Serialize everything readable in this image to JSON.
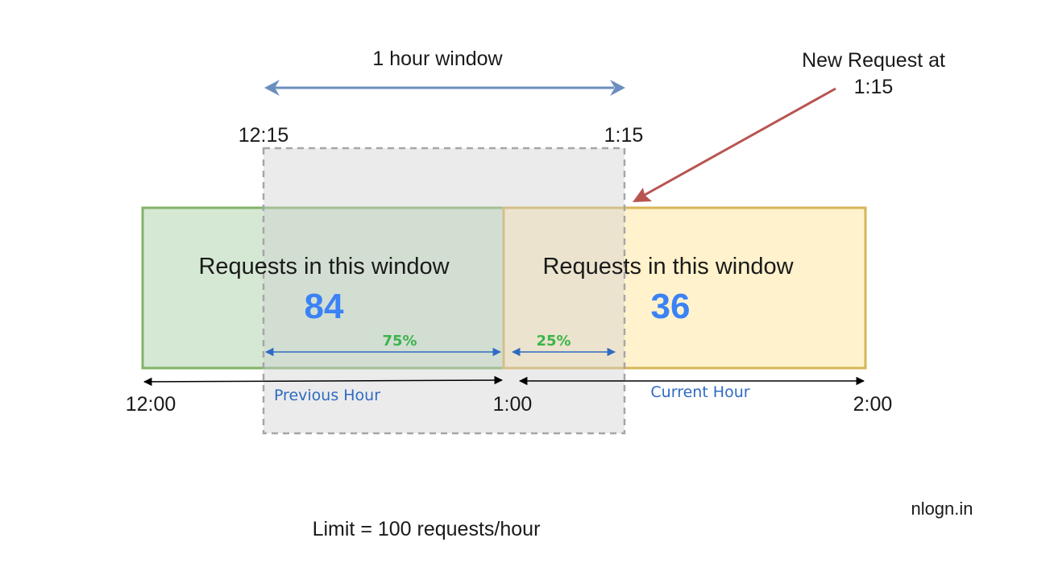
{
  "window_label": "1 hour window",
  "new_request_line1": "New Request at",
  "new_request_line2": "1:15",
  "window_start_label": "12:15",
  "window_end_label": "1:15",
  "previous_box": {
    "caption": "Requests in this window",
    "count": "84"
  },
  "current_box": {
    "caption": "Requests in this window",
    "count": "36"
  },
  "previous_overlap_percent": "75%",
  "current_overlap_percent": "25%",
  "time_start": "12:00",
  "time_mid": "1:00",
  "time_end": "2:00",
  "previous_hour_label": "Previous Hour",
  "current_hour_label": "Current Hour",
  "limit_text": "Limit = 100 requests/hour",
  "watermark": "nlogn.in",
  "colors": {
    "previous_fill": "#d5e8d4",
    "previous_border": "#82b366",
    "current_fill": "#fff2cc",
    "current_border": "#d6b656",
    "window_fill": "#d0d0d0",
    "window_border": "#a6a6a6",
    "count_text": "#3b82f6",
    "percent_text": "#3cb44b",
    "hour_label_text": "#2f6bc2",
    "window_arrow": "#6c8ebf",
    "new_request_arrow": "#b85450",
    "measure_arrow": "#2f6bc2"
  }
}
